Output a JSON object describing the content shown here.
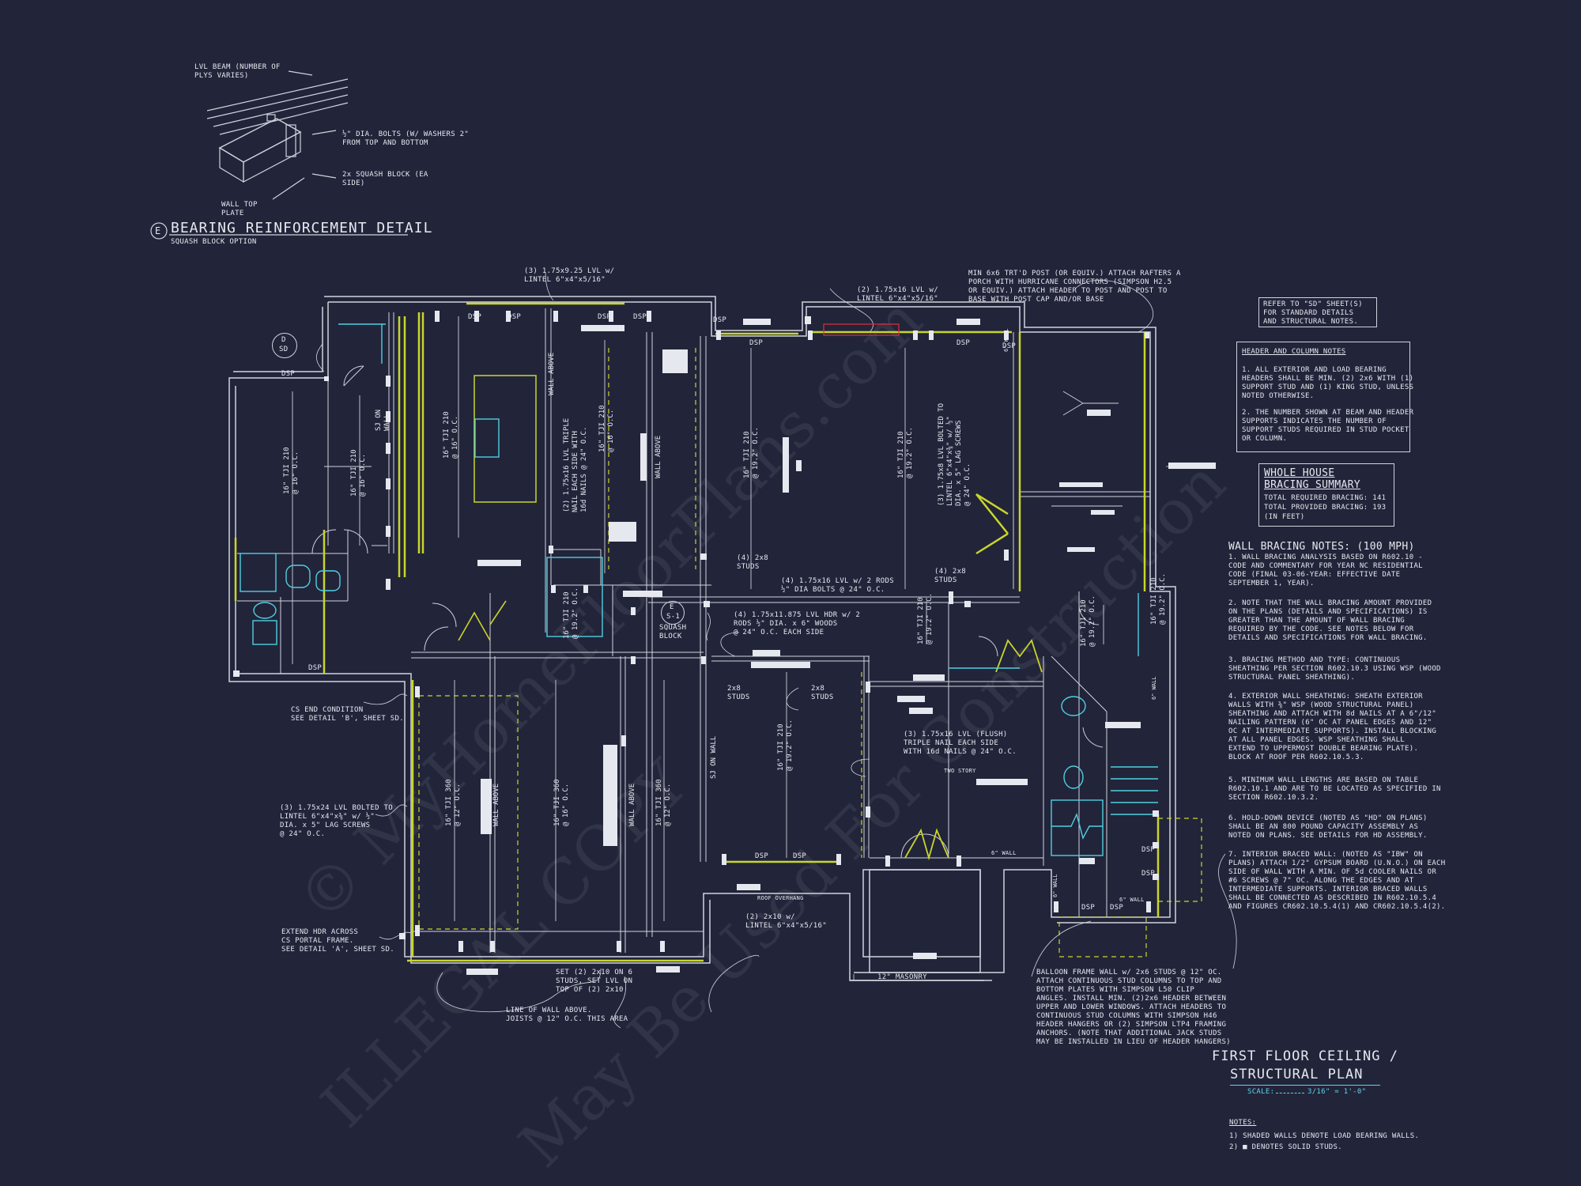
{
  "detail": {
    "marker": "E",
    "title": "BEARING REINFORCEMENT DETAIL",
    "subtitle": "SQUASH BLOCK OPTION",
    "label_beam": "LVL BEAM (NUMBER OF\nPLYS VARIES)",
    "label_bolts": "½\" DIA. BOLTS (W/ WASHERS 2\"\nFROM TOP AND BOTTOM",
    "label_block": "2x SQUASH BLOCK (EA\nSIDE)",
    "label_plate": "WALL TOP\nPLATE"
  },
  "section_marker": {
    "letter": "D",
    "sheet": "SD"
  },
  "notes_top": {
    "porch_post": "MIN 6x6 TRT'D POST (OR EQUIV.) ATTACH RAFTERS A\nPORCH WITH HURRICANE CONNECTORS (SIMPSON H2.5\nOR EQUIV.) ATTACH HEADER TO POST AND POST TO\nBASE WITH POST CAP AND/OR BASE",
    "refer": "REFER TO \"SD\" SHEET(S)\nFOR STANDARD DETAILS\nAND STRUCTURAL NOTES."
  },
  "header_column_notes": {
    "heading": "HEADER AND COLUMN NOTES",
    "items": [
      "1. ALL EXTERIOR AND LOAD BEARING\nHEADERS SHALL BE MIN. (2) 2x6 WITH (1)\nSUPPORT STUD AND (1) KING STUD, UNLESS\nNOTED OTHERWISE.",
      "2. THE NUMBER SHOWN AT BEAM AND HEADER\nSUPPORTS INDICATES THE NUMBER OF\nSUPPORT STUDS REQUIRED IN STUD POCKET\nOR COLUMN."
    ]
  },
  "bracing_summary": {
    "heading": "WHOLE HOUSE\nBRACING SUMMARY",
    "required": "TOTAL REQUIRED BRACING: 141",
    "provided": "TOTAL PROVIDED BRACING: 193",
    "unit": "(IN FEET)"
  },
  "wall_bracing_notes": {
    "heading": "WALL BRACING NOTES: (100 MPH)",
    "items": [
      "1. WALL BRACING ANALYSIS BASED ON R602.10 -\nCODE AND COMMENTARY FOR YEAR NC RESIDENTIAL\nCODE (FINAL 03-06-YEAR: EFFECTIVE DATE\nSEPTEMBER 1, YEAR).",
      "2. NOTE THAT THE WALL BRACING AMOUNT PROVIDED\nON THE PLANS (DETAILS AND SPECIFICATIONS) IS\nGREATER THAN THE AMOUNT OF WALL BRACING\nREQUIRED BY THE CODE. SEE NOTES BELOW FOR\nDETAILS AND SPECIFICATIONS FOR WALL BRACING.",
      "3. BRACING METHOD AND TYPE: CONTINUOUS\nSHEATHING PER SECTION R602.10.3 USING WSP (WOOD\nSTRUCTURAL PANEL SHEATHING).",
      "4. EXTERIOR WALL SHEATHING: SHEATH EXTERIOR\nWALLS WITH ⅜\" WSP (WOOD STRUCTURAL PANEL)\nSHEATHING AND ATTACH WITH 8d NAILS AT A 6\"/12\"\nNAILING PATTERN (6\" OC AT PANEL EDGES AND 12\"\nOC AT INTERMEDIATE SUPPORTS). INSTALL BLOCKING\nAT ALL PANEL EDGES. WSP SHEATHING SHALL\nEXTEND TO UPPERMOST DOUBLE BEARING PLATE).\nBLOCK AT ROOF PER R602.10.5.3.",
      "5. MINIMUM WALL LENGTHS ARE BASED ON TABLE\nR602.10.1 AND ARE TO BE LOCATED AS SPECIFIED IN\nSECTION R602.10.3.2.",
      "6. HOLD-DOWN DEVICE (NOTED AS \"HD\" ON PLANS)\nSHALL BE AN 800 POUND CAPACITY ASSEMBLY AS\nNOTED ON PLANS. SEE DETAILS FOR HD ASSEMBLY.",
      "7. INTERIOR BRACED WALL: (NOTED AS \"IBW\" ON\nPLANS) ATTACH 1/2\" GYPSUM BOARD (U.N.O.) ON EACH\nSIDE OF WALL WITH A MIN. OF 5d COOLER NAILS OR\n#6 SCREWS @ 7\" OC. ALONG THE EDGES AND AT\nINTERMEDIATE SUPPORTS. INTERIOR BRACED WALLS\nSHALL BE CONNECTED AS DESCRIBED IN R602.10.5.4\nAND FIGURES CR602.10.5.4(1) AND CR602.10.5.4(2)."
    ]
  },
  "plan_title": {
    "line1": "FIRST FLOOR CEILING /",
    "line2": "STRUCTURAL PLAN",
    "scale_label": "SCALE:",
    "scale_value": "3/16\" = 1'-0\""
  },
  "footer_notes": {
    "heading": "NOTES:",
    "items": [
      "1) SHADED WALLS DENOTE LOAD BEARING WALLS.",
      "2) ■ DENOTES SOLID STUDS."
    ]
  },
  "plan_notes": {
    "lvl_top": "(3) 1.75x9.25 LVL w/\nLINTEL 6\"x4\"x5/16\"",
    "lvl_mid_top": "(2) 1.75x16 LVL w/\nLINTEL 6\"x4\"x5/16\"",
    "lvl_rods": "(4) 1.75x16 LVL w/ 2 RODS\n½\" DIA BOLTS @ 24\" O.C.",
    "lvl_hdr": "(4) 1.75x11.875 LVL HDR w/ 2\nRODS ½\" DIA. x 6\" WOODS\n@ 24\" O.C. EACH SIDE",
    "studs_4": "(4) 2x8\nSTUDS",
    "studs_4b": "(4) 2x8\nSTUDS",
    "studs_2a": "2x8\nSTUDS",
    "studs_2b": "2x8\nSTUDS",
    "flush_lvl": "(3) 1.75x16 LVL (FLUSH)\nTRIPLE NAIL EACH SIDE\nWITH 16d NAILS @ 24\" O.C.",
    "two_story": "TWO STORY",
    "cs_end": "CS END CONDITION\nSEE DETAIL 'B', SHEET SD.",
    "lvl_24": "(3) 1.75x24 LVL BOLTED TO\nLINTEL 6\"x4\"x⅜\" w/ ½\"\nDIA. x 5\" LAG SCREWS\n@ 24\" O.C.",
    "extend_hdr": "EXTEND HDR ACROSS\nCS PORTAL FRAME.\nSEE DETAIL 'A', SHEET SD.",
    "set_2x10": "SET (2) 2x10 ON 6\nSTUDS, SET LVL ON\nTOP OF (2) 2x10",
    "line_wall_above": "LINE OF WALL ABOVE.\nJOISTS @ 12\" O.C. THIS AREA",
    "roof_overhang": "ROOF OVERHANG",
    "lintel_2x10": "(2) 2x10 w/\nLINTEL 6\"x4\"x5/16\"",
    "masonry": "12\" MASONRY",
    "balloon": "BALLOON FRAME WALL w/ 2x6 STUDS @ 12\" OC.\nATTACH CONTINUOUS STUD COLUMNS TO TOP AND\nBOTTOM PLATES WITH SIMPSON L50 CLIP\nANGLES. INSTALL MIN. (2)2x6 HEADER BETWEEN\nUPPER AND LOWER WINDOWS. ATTACH HEADERS TO\nCONTINUOUS STUD COLUMNS WITH SIMPSON H46\nHEADER HANGERS OR (2) SIMPSON LTP4 FRAMING\nANCHORS. (NOTE THAT ADDITIONAL JACK STUDS\nMAY BE INSTALLED IN LIEU OF HEADER HANGERS)",
    "squash_marker": "E",
    "squash_sheet": "S-1",
    "squash_label": "SQUASH\nBLOCK",
    "wall_6a": "6\" WALL",
    "wall_6b": "6\" WALL",
    "wall_6c": "6\" WALL",
    "wall_6d": "6\" WALL",
    "wall_6e": "6\" WALL",
    "sj_on_wall": "SJ ON\nWALL",
    "sj_on_wall2": "SJ ON WALL",
    "wall_above_1": "WALL ABOVE",
    "wall_above_2": "WALL ABOVE",
    "wall_above_3": "WALL ABOVE",
    "wall_above_4": "WALL ABOVE",
    "lvl_triple": "(2) 1.75x16 LVL TRIPLE\nNAIL EACH SIDE WITH\n16d NAILS @ 24\" O.C.",
    "lvl_bolted": "(3) 1.75x8 LVL BOLTED TO\nLINTEL 6\"x4\"x⅜\" w/ ½\"\nDIA. x 5\" LAG SCREWS\n@ 24\" O.C."
  },
  "dsp_labels": [
    "DSP",
    "DSP",
    "DSP",
    "DSP",
    "DSP",
    "DSP",
    "DSP",
    "DSP",
    "DSP",
    "DSP",
    "DSP",
    "DSP",
    "DSP",
    "DSP",
    "DSP",
    "DSP"
  ],
  "joist_labels": [
    "16\" TJI 210\n@ 16\" O.C.",
    "16\" TJI 210\n@ 16\" O.C.",
    "16\" TJI 210\n@ 16\" O.C.",
    "16\" TJI 210\n@ 16\" O.C.",
    "16\" TJI 210\n@ 19.2\" O.C.",
    "16\" TJI 210\n@ 19.2\" O.C.",
    "16\" TJI 210\n@ 19.2\" O.C.",
    "16\" TJI 210\n@ 19.2\" O.C.",
    "16\" TJI 210\n@ 19.2\" O.C.",
    "16\" TJI 210\n@ 19.2\" O.C.",
    "16\" TJI 360\n@ 12\" O.C.",
    "16\" TJI 360\n@ 16\" O.C.",
    "16\" TJI 360\n@ 12\" O.C.",
    "16\" TJI 210\n@ 19.2\" O.C."
  ],
  "colors": {
    "background": "#22243a",
    "line": "#d0d3dc",
    "bearing_wall": "#c8d62a",
    "fixture": "#4fd0e0",
    "accent_red": "#e0303a"
  }
}
